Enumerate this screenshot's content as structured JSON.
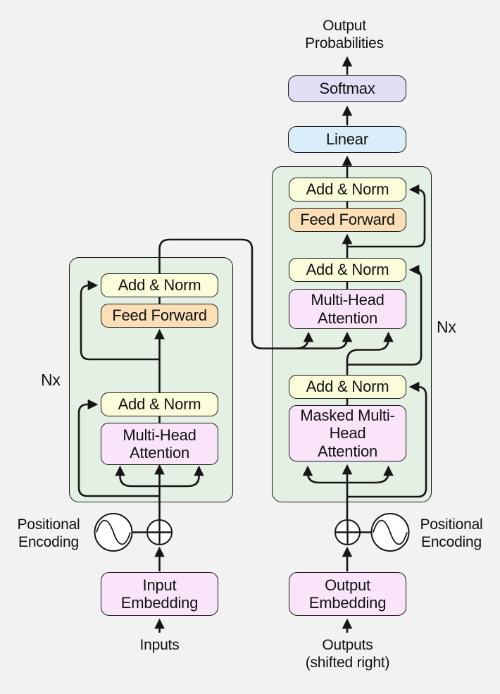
{
  "colors": {
    "background": "#f2f2f2",
    "container_fill": "#e4f0e3",
    "add_norm_fill": "#fbfcda",
    "feed_forward_fill": "#fcdfb7",
    "attention_fill": "#fae4fa",
    "embedding_fill": "#fae4fa",
    "softmax_fill": "#e4ddf6",
    "linear_fill": "#daeef9",
    "line_color": "#161616",
    "text_color": "#111111"
  },
  "labels": {
    "output_probabilities_1": "Output",
    "output_probabilities_2": "Probabilities",
    "softmax": "Softmax",
    "linear": "Linear",
    "add_norm": "Add & Norm",
    "feed_forward": "Feed Forward",
    "mha_1": "Multi-Head",
    "mha_2": "Attention",
    "masked_mha_1": "Masked Multi-",
    "masked_mha_2": "Head",
    "masked_mha_3": "Attention",
    "input_embedding_1": "Input",
    "input_embedding_2": "Embedding",
    "output_embedding_1": "Output",
    "output_embedding_2": "Embedding",
    "inputs": "Inputs",
    "outputs_1": "Outputs",
    "outputs_2": "(shifted right)",
    "positional_encoding_1": "Positional",
    "positional_encoding_2": "Encoding",
    "nx_left": "Nx",
    "nx_right": "Nx"
  },
  "icons": {
    "plus_circle": "element-wise-add-icon",
    "sine_circle": "positional-encoding-sine-icon"
  }
}
